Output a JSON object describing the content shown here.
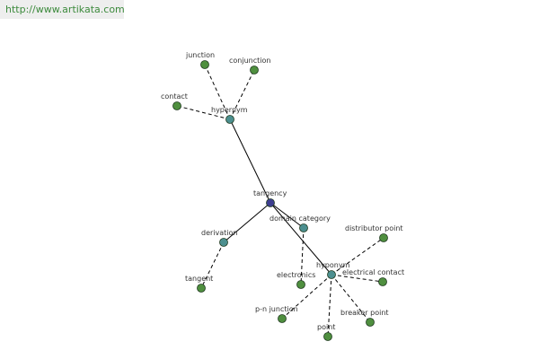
{
  "site_url": "http://www.artikata.com",
  "colors": {
    "center": "#3d3d8f",
    "relation": "#4c8f8f",
    "leaf": "#4f8f3f",
    "url_text": "#3c8a3c"
  },
  "nodes": [
    {
      "id": "tangency",
      "label": "tangency",
      "kind": "center"
    },
    {
      "id": "hypernym",
      "label": "hypernym",
      "kind": "relation"
    },
    {
      "id": "derivation",
      "label": "derivation",
      "kind": "relation"
    },
    {
      "id": "domain",
      "label": "domain category",
      "kind": "relation"
    },
    {
      "id": "hyponym",
      "label": "hyponym",
      "kind": "relation"
    },
    {
      "id": "junction",
      "label": "junction",
      "kind": "leaf"
    },
    {
      "id": "conjunction",
      "label": "conjunction",
      "kind": "leaf"
    },
    {
      "id": "contact",
      "label": "contact",
      "kind": "leaf"
    },
    {
      "id": "tangent",
      "label": "tangent",
      "kind": "leaf"
    },
    {
      "id": "electronics",
      "label": "electronics",
      "kind": "leaf"
    },
    {
      "id": "distributor",
      "label": "distributor point",
      "kind": "leaf"
    },
    {
      "id": "electrical",
      "label": "electrical contact",
      "kind": "leaf"
    },
    {
      "id": "breaker",
      "label": "breaker point",
      "kind": "leaf"
    },
    {
      "id": "point",
      "label": "point",
      "kind": "leaf"
    },
    {
      "id": "pn",
      "label": "p-n junction",
      "kind": "leaf"
    }
  ],
  "edges": [
    {
      "from": "tangency",
      "to": "hypernym",
      "style": "solid"
    },
    {
      "from": "tangency",
      "to": "derivation",
      "style": "solid"
    },
    {
      "from": "tangency",
      "to": "domain",
      "style": "solid"
    },
    {
      "from": "tangency",
      "to": "hyponym",
      "style": "solid"
    },
    {
      "from": "hypernym",
      "to": "junction",
      "style": "dashed"
    },
    {
      "from": "hypernym",
      "to": "conjunction",
      "style": "dashed"
    },
    {
      "from": "hypernym",
      "to": "contact",
      "style": "dashed"
    },
    {
      "from": "derivation",
      "to": "tangent",
      "style": "dashed"
    },
    {
      "from": "domain",
      "to": "electronics",
      "style": "dashed"
    },
    {
      "from": "hyponym",
      "to": "distributor",
      "style": "dashed"
    },
    {
      "from": "hyponym",
      "to": "electrical",
      "style": "dashed"
    },
    {
      "from": "hyponym",
      "to": "breaker",
      "style": "dashed"
    },
    {
      "from": "hyponym",
      "to": "point",
      "style": "dashed"
    },
    {
      "from": "hyponym",
      "to": "pn",
      "style": "dashed"
    }
  ]
}
